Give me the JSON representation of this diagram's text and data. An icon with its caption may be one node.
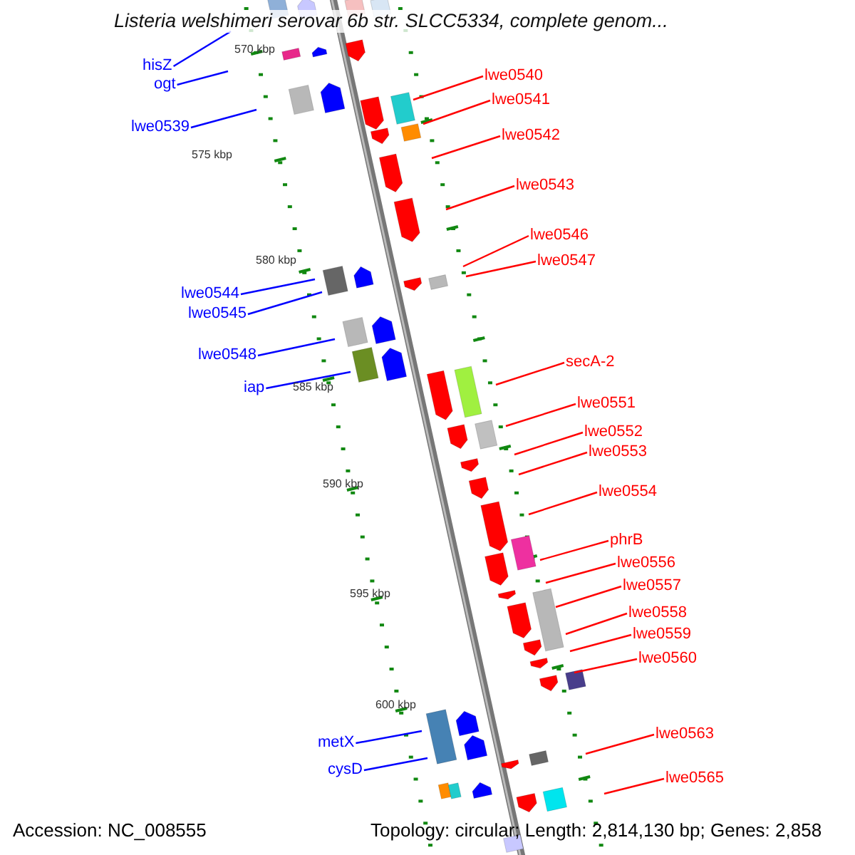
{
  "diagram": {
    "title": "Listeria welshimeri serovar 6b str. SLCC5334, complete genom...",
    "nodes": [
      {
        "text": [
          "hisZ"
        ]
      },
      {
        "text": [
          "lwe0540"
        ]
      },
      {
        "text": [
          "ogt"
        ]
      },
      {
        "text": [
          "lwe0541"
        ]
      },
      {
        "text": [
          "lwe0539"
        ]
      },
      {
        "text": [
          "lwe0542"
        ]
      },
      {
        "text": [
          "lwe0543"
        ]
      },
      {
        "text": [
          "lwe0546"
        ]
      },
      {
        "text": [
          "lwe0547"
        ]
      },
      {
        "text": [
          "lwe0544"
        ]
      },
      {
        "text": [
          "lwe0545"
        ]
      },
      {
        "text": [
          "lwe0548"
        ]
      },
      {
        "text": [
          "secA-2"
        ]
      },
      {
        "text": [
          "iap"
        ]
      },
      {
        "text": [
          "lwe0551"
        ]
      },
      {
        "text": [
          "lwe0552"
        ]
      },
      {
        "text": [
          "lwe0553"
        ]
      },
      {
        "text": [
          "lwe0554"
        ]
      },
      {
        "text": [
          "phrB"
        ]
      },
      {
        "text": [
          "lwe0556"
        ]
      },
      {
        "text": [
          "lwe0557"
        ]
      },
      {
        "text": [
          "lwe0558"
        ]
      },
      {
        "text": [
          "lwe0559"
        ]
      },
      {
        "text": [
          "lwe0560"
        ]
      },
      {
        "text": [
          "lwe0563"
        ]
      },
      {
        "text": [
          "metX"
        ]
      },
      {
        "text": [
          "cysD"
        ]
      },
      {
        "text": [
          "lwe0565"
        ]
      }
    ],
    "edges": [
      {
        "from": 0,
        "to": null,
        "arrow": "none",
        "color": "#0000ff"
      },
      {
        "from": 1,
        "to": null,
        "arrow": "none"
      },
      {
        "from": 2,
        "to": null,
        "arrow": "none",
        "color": "#0000ff"
      },
      {
        "from": 3,
        "to": null,
        "arrow": "none"
      },
      {
        "from": 4,
        "to": null,
        "arrow": "none",
        "color": "#0000ff"
      },
      {
        "from": 5,
        "to": null,
        "arrow": "none"
      },
      {
        "from": 6,
        "to": null,
        "arrow": "none"
      },
      {
        "from": 7,
        "to": null,
        "arrow": "none"
      },
      {
        "from": 8,
        "to": null,
        "arrow": "none"
      },
      {
        "from": 9,
        "to": null,
        "arrow": "none",
        "color": "#0000ff"
      },
      {
        "from": 10,
        "to": null,
        "arrow": "none",
        "color": "#0000ff"
      },
      {
        "from": 11,
        "to": null,
        "arrow": "none",
        "color": "#0000ff"
      },
      {
        "from": 12,
        "to": null,
        "arrow": "none"
      },
      {
        "from": 13,
        "to": null,
        "arrow": "none",
        "color": "#0000ff"
      },
      {
        "from": 14,
        "to": null,
        "arrow": "none"
      },
      {
        "from": 15,
        "to": null,
        "arrow": "none"
      },
      {
        "from": 16,
        "to": null,
        "arrow": "none"
      },
      {
        "from": 17,
        "to": null,
        "arrow": "none"
      },
      {
        "from": 18,
        "to": null,
        "arrow": "none"
      },
      {
        "from": 19,
        "to": null,
        "arrow": "none"
      },
      {
        "from": 20,
        "to": null,
        "arrow": "none"
      },
      {
        "from": 21,
        "to": null,
        "arrow": "none"
      },
      {
        "from": 22,
        "to": null,
        "arrow": "none"
      },
      {
        "from": 23,
        "to": null,
        "arrow": "none"
      },
      {
        "from": 24,
        "to": null,
        "arrow": "none"
      },
      {
        "from": 25,
        "to": null,
        "arrow": "none",
        "color": "#0000ff"
      },
      {
        "from": 26,
        "to": null,
        "arrow": "none",
        "color": "#0000ff"
      },
      {
        "from": 27,
        "to": null,
        "arrow": "none"
      }
    ],
    "labels": [
      "570 kbp",
      "575 kbp",
      "580 kbp",
      "585 kbp",
      "590 kbp",
      "595 kbp",
      "600 kbp",
      "Accession: NC_008555",
      "Topology: circular; Length: 2,814,130 bp; Genes: 2,858"
    ]
  }
}
